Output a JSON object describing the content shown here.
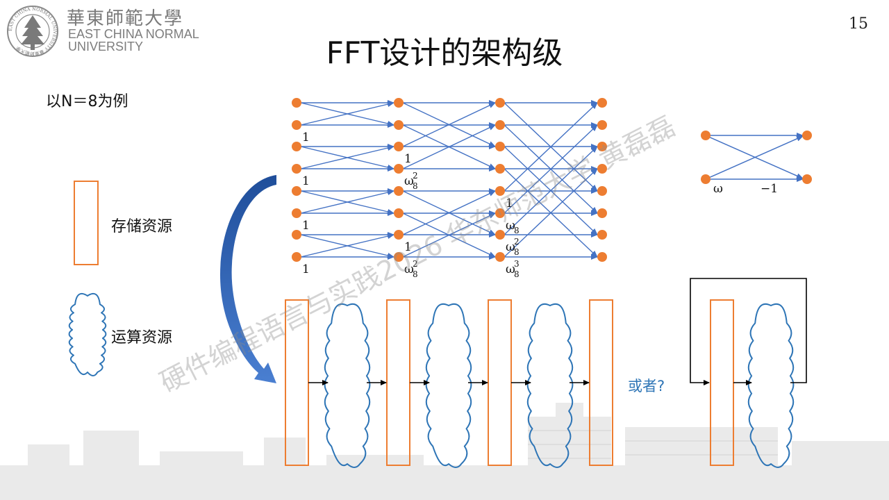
{
  "slide": {
    "page_number": "15",
    "title": "FFT设计的架构级",
    "university": {
      "name_cn": "華東師範大學",
      "name_en_line1": "EAST CHINA NORMAL",
      "name_en_line2": "UNIVERSITY",
      "seal_text": "EAST CHINA NORMAL UNIVERSITY 華東師範大學"
    },
    "example_text": "以N＝8为例",
    "legend": {
      "storage_label": "存储资源",
      "compute_label": "运算资源"
    },
    "or_label": "或者?",
    "watermark": "硬件编程语言与实践2026 华东师范大学 黄磊磊"
  },
  "colors": {
    "node": "#ed7d31",
    "edge": "#4472c4",
    "storage_box": "#ed7d31",
    "cloud": "#2e75b6",
    "arrow": "#000000",
    "or_text": "#2e75b6"
  },
  "diagram": {
    "stage_inputs": [
      0,
      1,
      2
    ],
    "edges_out": [
      [
        0,
        2,
        1,
        3,
        4,
        6,
        5,
        7
      ],
      [
        0,
        4,
        1,
        5,
        2,
        6,
        3,
        7
      ]
    ],
    "labels": [
      {
        "text": "1",
        "node": "s0-1",
        "icon": "twiddle-1"
      },
      {
        "text": "1",
        "node": "s0-3",
        "icon": "twiddle-1"
      },
      {
        "text": "1",
        "node": "s0-5",
        "icon": "twiddle-1"
      },
      {
        "text": "1",
        "node": "s0-7",
        "icon": "twiddle-1"
      },
      {
        "text": "1",
        "node": "s1-2",
        "icon": "twiddle-1"
      },
      {
        "text": "ω",
        "sup": "2",
        "sub": "8",
        "node": "s1-3",
        "icon": "twiddle-omega"
      },
      {
        "text": "1",
        "node": "s1-6",
        "icon": "twiddle-1"
      },
      {
        "text": "ω",
        "sup": "2",
        "sub": "8",
        "node": "s1-7",
        "icon": "twiddle-omega"
      },
      {
        "text": "1",
        "node": "s2-4",
        "icon": "twiddle-1"
      },
      {
        "text": "ω",
        "sup": "",
        "sub": "8",
        "node": "s2-5",
        "icon": "twiddle-omega"
      },
      {
        "text": "ω",
        "sup": "2",
        "sub": "8",
        "node": "s2-6",
        "icon": "twiddle-omega"
      },
      {
        "text": "ω",
        "sup": "3",
        "sub": "8",
        "node": "s2-7",
        "icon": "twiddle-omega"
      }
    ],
    "butterfly_legend": {
      "label_left": "ω",
      "label_right": "−1"
    }
  }
}
